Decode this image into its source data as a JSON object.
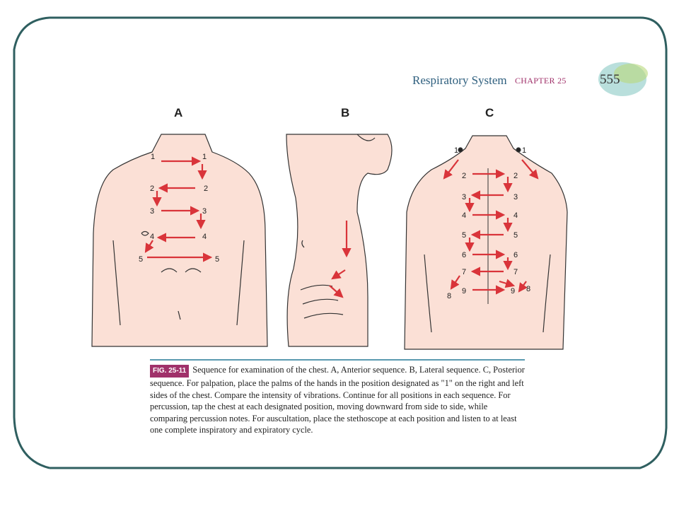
{
  "header": {
    "title": "Respiratory System",
    "chapter": "CHAPTER 25",
    "page_number": "555"
  },
  "figure": {
    "panels": [
      {
        "label": "A"
      },
      {
        "label": "B"
      },
      {
        "label": "C"
      }
    ]
  },
  "caption": {
    "figure_number": "FIG. 25-11",
    "text": "Sequence for examination of the chest. A, Anterior sequence. B, Lateral sequence. C, Posterior sequence. For palpation, place the palms of the hands in the position designated as \"1\" on the right and left sides of the chest. Compare the intensity of vibrations. Continue for all positions in each sequence. For percussion, tap the chest at each designated position, moving downward from side to side, while comparing percussion notes. For auscultation, place the stethoscope at each position and listen to at least one complete inspiratory and expiratory cycle."
  },
  "colors": {
    "frame": "#2f5f60",
    "skin": "#fbe0d6",
    "arrow": "#d9343a",
    "accent": "#a0316a",
    "header_blue": "#2e5f7e"
  },
  "anterior_numbers": [
    "1",
    "1",
    "2",
    "2",
    "3",
    "3",
    "4",
    "4",
    "5",
    "5"
  ],
  "posterior_numbers": [
    "1",
    "1",
    "2",
    "2",
    "3",
    "3",
    "4",
    "4",
    "5",
    "5",
    "6",
    "6",
    "7",
    "7",
    "8",
    "8",
    "9",
    "9"
  ]
}
